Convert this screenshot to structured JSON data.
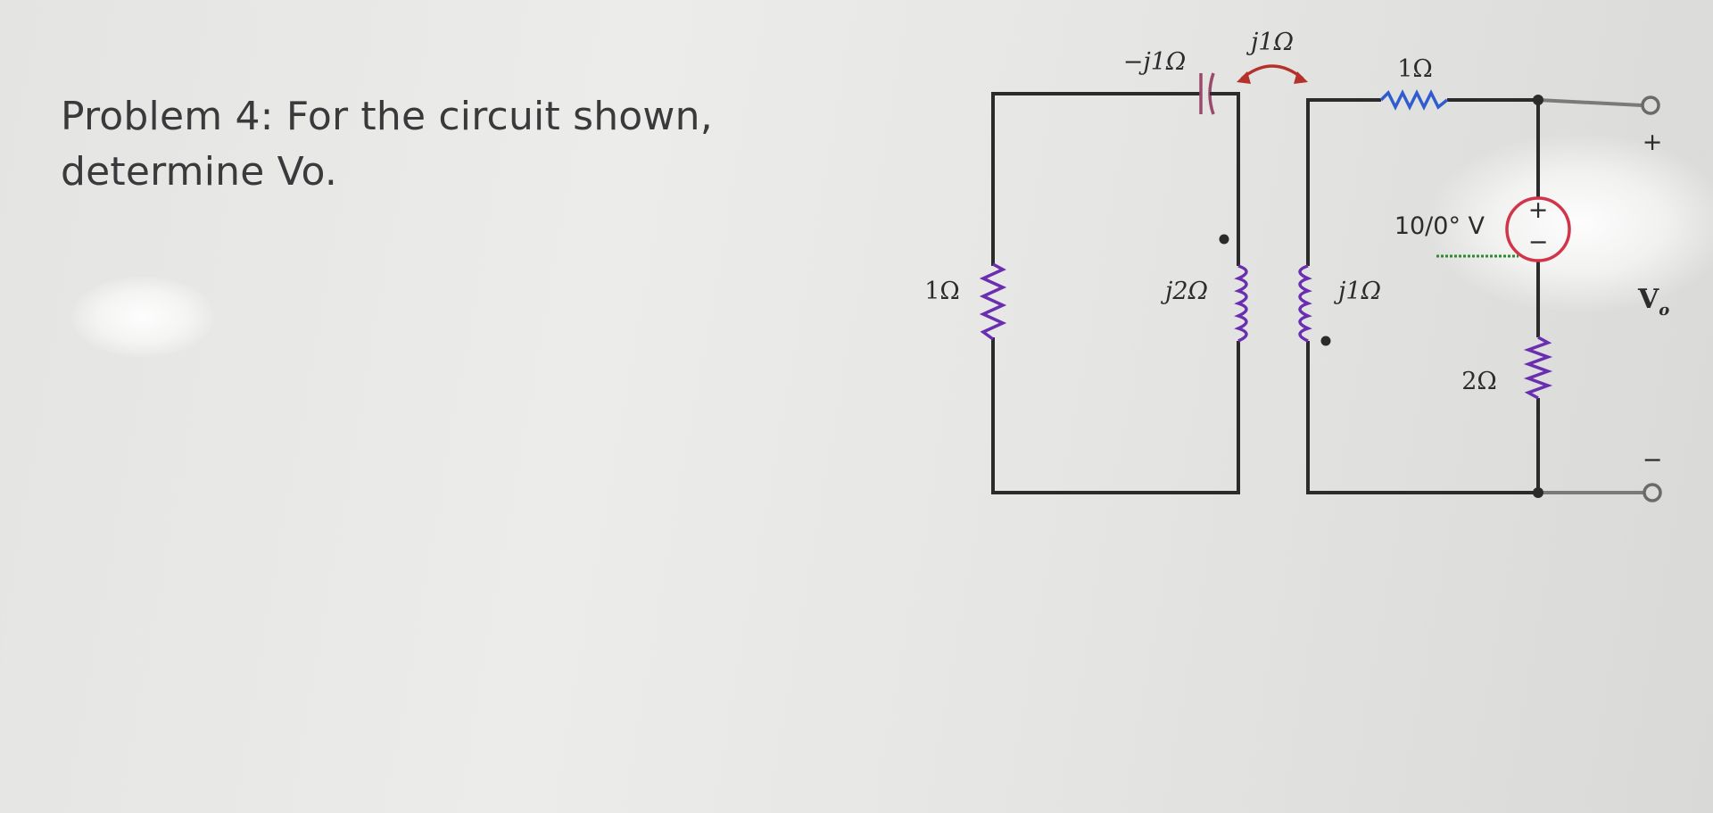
{
  "problem": {
    "line1": "Problem 4: For the circuit shown,",
    "line2": "determine Vo."
  },
  "circuit": {
    "capacitor_label": "−j1Ω",
    "mutual_label": "j1Ω",
    "series_resistor_label": "1Ω",
    "left_resistor_label": "1Ω",
    "primary_inductor_label": "j2Ω",
    "secondary_inductor_label": "j1Ω",
    "source_label": "10/0° V",
    "source_plus": "+",
    "source_minus": "−",
    "load_resistor_label": "2Ω",
    "output_plus": "+",
    "output_minus": "−",
    "output_label": "V",
    "output_subscript": "o"
  },
  "colors": {
    "wire": "#2b2b2b",
    "capacitor": "#9a4a6a",
    "resistor_blue": "#2f5ccf",
    "resistor_purple": "#6a2fb0",
    "inductor_purple": "#6a2fb0",
    "mutual_arrow": "#b5322a",
    "source_red": "#d2354a",
    "underline_green": "#2f8a2f"
  }
}
